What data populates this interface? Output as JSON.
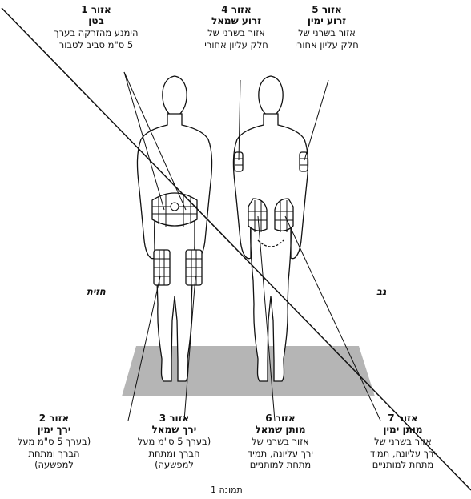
{
  "zones": [
    {
      "id": "zone1",
      "title": "אזור 1",
      "name": "בטן",
      "desc": [
        "הימנע מהזרקה בערך",
        "5 ס\"מ סביב לטבור"
      ]
    },
    {
      "id": "zone4",
      "title": "אזור 4",
      "name": "זרוע שמאל",
      "desc": [
        "אזור בשרני של",
        "חלק עליון אחורי"
      ]
    },
    {
      "id": "zone5",
      "title": "אזור 5",
      "name": "זרוע ימין",
      "desc": [
        "אזור בשרני של",
        "חלק עליון אחורי"
      ]
    },
    {
      "id": "zone2",
      "title": "אזור 2",
      "name": "ירך ימין",
      "desc": [
        "(בערך 5 ס\"מ מעל",
        "הברך ומתחת",
        "למפשעה)"
      ]
    },
    {
      "id": "zone3",
      "title": "אזור 3",
      "name": "ירך שמאל",
      "desc": [
        "(בערך 5 ס\"מ מעל",
        "הברך ומתחת",
        "למפשעה)"
      ]
    },
    {
      "id": "zone6",
      "title": "אזור 6",
      "name": "מותן שמאל",
      "desc": [
        "אזור בשרני של",
        "ירך עליונה, תמיד",
        "מתחת למותניים"
      ]
    },
    {
      "id": "zone7",
      "title": "אזור 7",
      "name": "מותן ימין",
      "desc": [
        "אזור בשרני של",
        "ירך עליונה, תמיד",
        "מתחת למותניים"
      ]
    }
  ],
  "side_labels": {
    "front": "חזית",
    "back": "גב"
  },
  "caption": "תמונה 1",
  "colors": {
    "floor": "#b5b5b5",
    "ink": "#111111",
    "body_fill": "#ffffff"
  }
}
